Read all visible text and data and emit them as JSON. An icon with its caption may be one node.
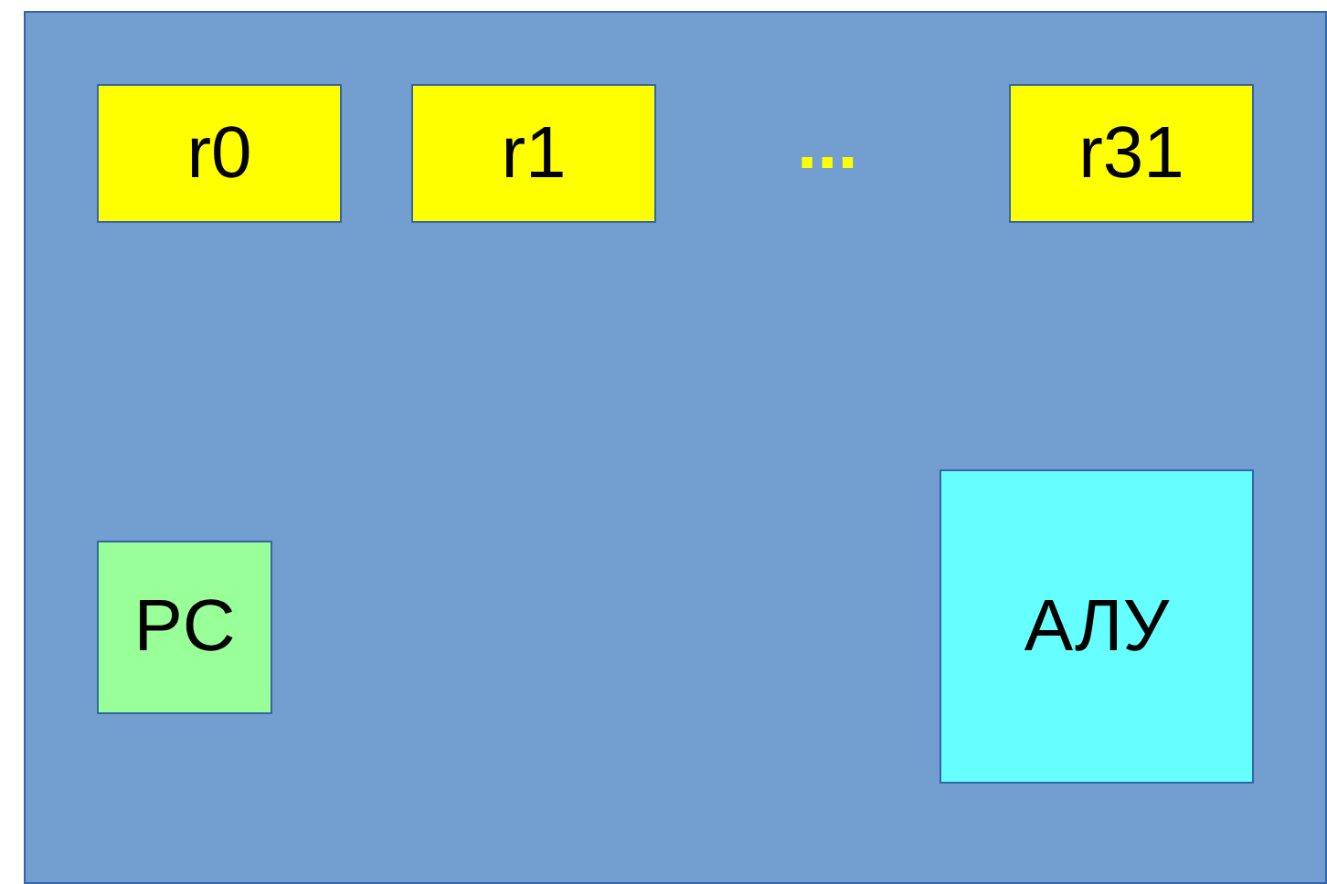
{
  "diagram": {
    "nodes": [
      {
        "text": [],
        "shape": "box"
      },
      {
        "text": [
          "r0"
        ],
        "in": 0
      },
      {
        "text": [
          "r1"
        ],
        "in": 0
      },
      {
        "text": [
          "r31"
        ],
        "in": 0
      },
      {
        "text": [
          "PC"
        ],
        "in": 0
      },
      {
        "text": [
          "АЛУ"
        ],
        "in": 0
      }
    ],
    "labels": [
      "..."
    ]
  }
}
